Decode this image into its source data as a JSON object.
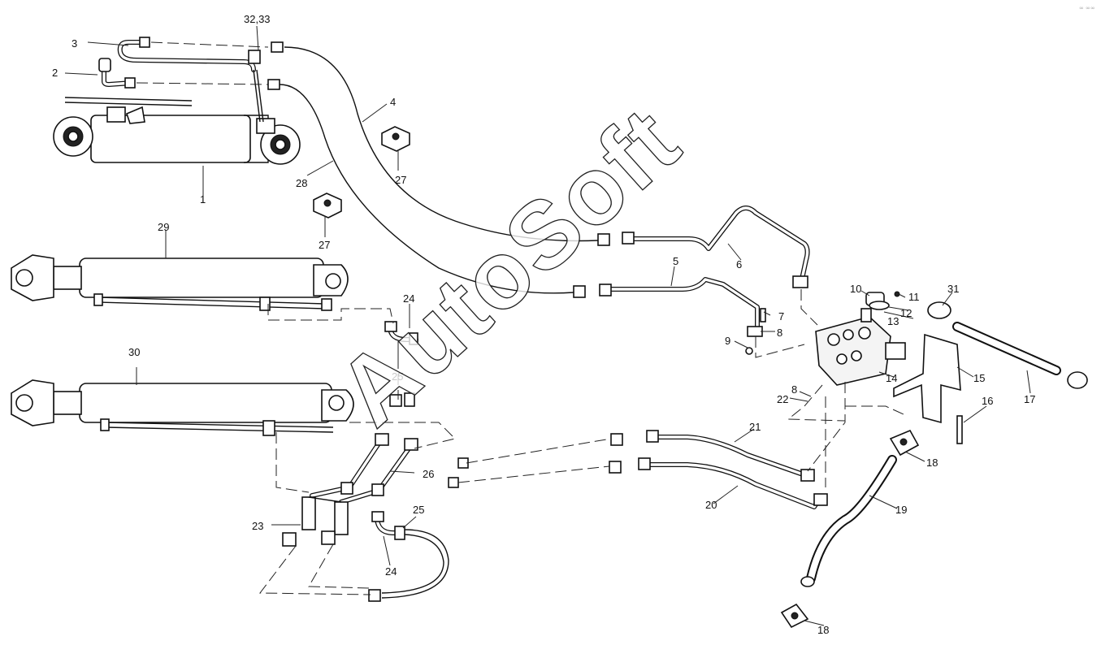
{
  "diagram": {
    "watermark": "AutoSoft",
    "corner_mark": "∞ ∞∞",
    "callouts": {
      "c1": "1",
      "c2": "2",
      "c3": "3",
      "c4": "4",
      "c5": "5",
      "c6": "6",
      "c7": "7",
      "c8a": "8",
      "c8b": "8",
      "c9": "9",
      "c10": "10",
      "c11": "11",
      "c12": "12",
      "c13": "13",
      "c14": "14",
      "c15": "15",
      "c16": "16",
      "c17": "17",
      "c18a": "18",
      "c18b": "18",
      "c19": "19",
      "c20": "20",
      "c21": "21",
      "c22": "22",
      "c23": "23",
      "c24a": "24",
      "c24b": "24",
      "c25a": "25",
      "c25b": "25",
      "c26": "26",
      "c27a": "27",
      "c27b": "27",
      "c28": "28",
      "c29": "29",
      "c30": "30",
      "c31": "31",
      "c3233": "32,33"
    }
  }
}
